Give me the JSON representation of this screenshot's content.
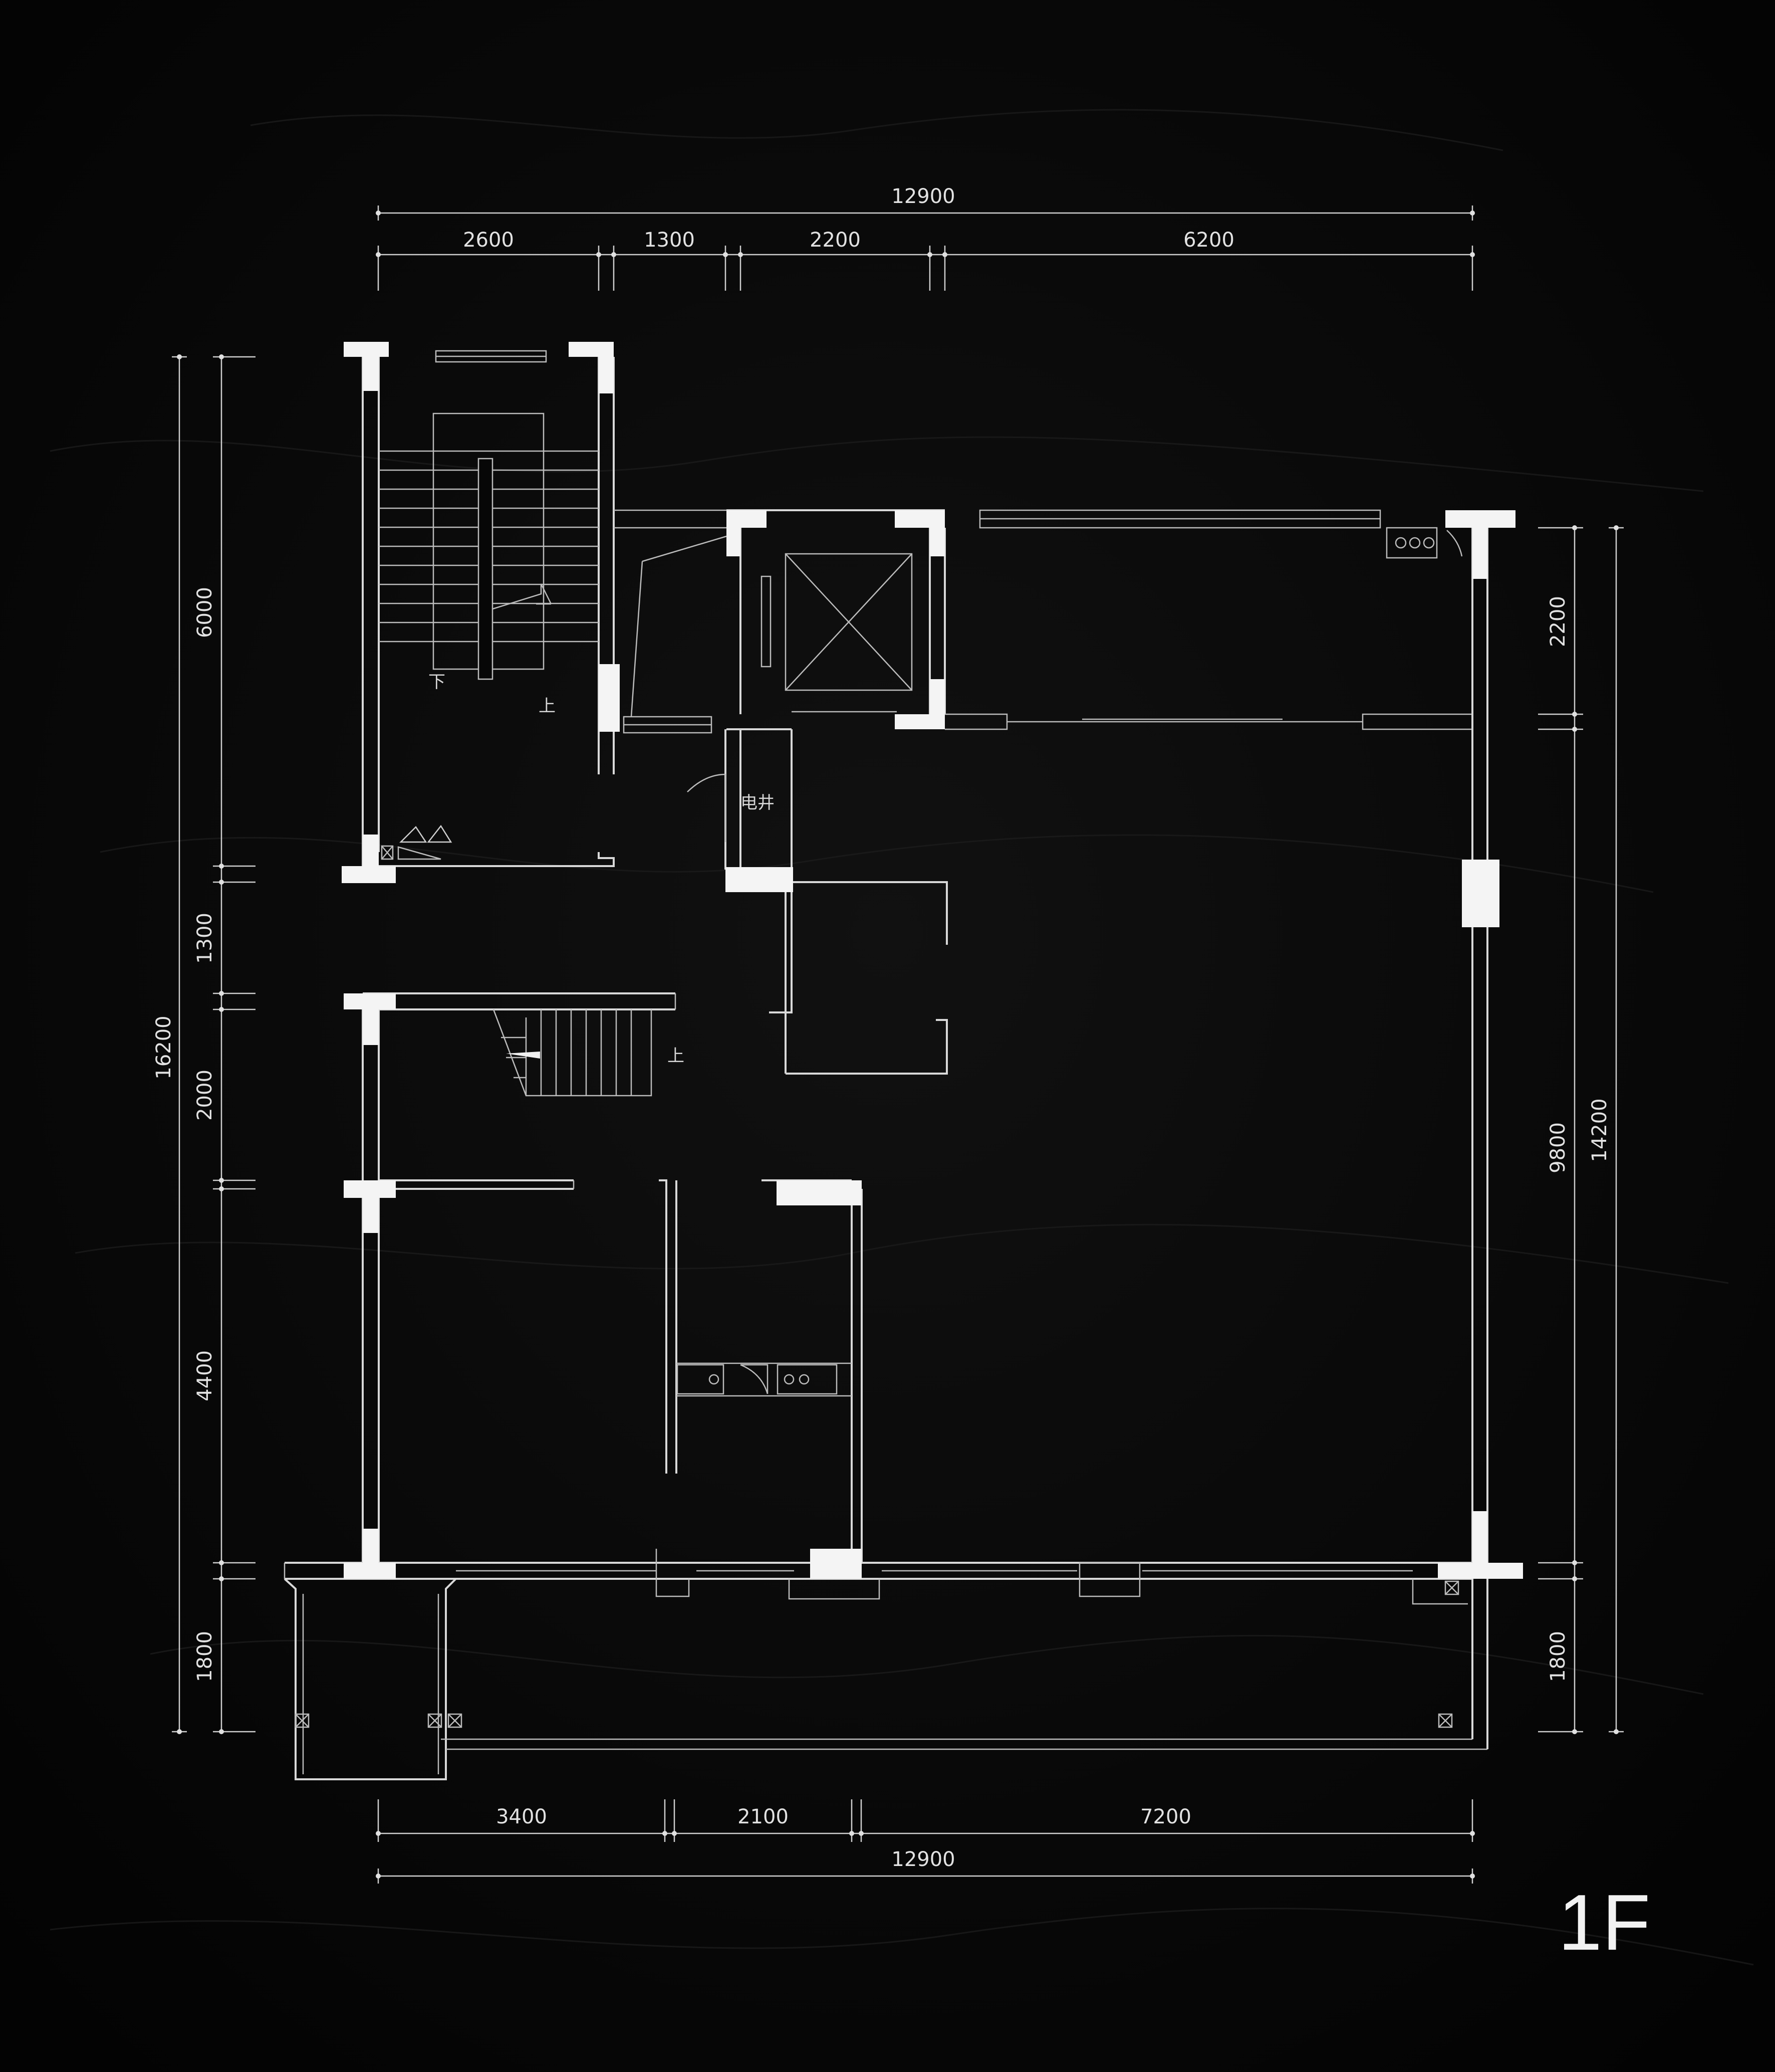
{
  "floor_label": "1F",
  "room_labels": {
    "electrical_shaft": "电井",
    "stair_up_1": "上",
    "stair_down": "下",
    "stair_up_2": "上"
  },
  "dimensions": {
    "top_total": "12900",
    "top_segments": [
      "2600",
      "1300",
      "2200",
      "6200"
    ],
    "bottom_segments": [
      "3400",
      "2100",
      "7200"
    ],
    "bottom_total": "12900",
    "left_total": "16200",
    "left_segments": [
      "6000",
      "1300",
      "2000",
      "4400",
      "1800"
    ],
    "right_total": "14200",
    "right_segments": [
      "2200",
      "9800",
      "1800"
    ]
  },
  "colors": {
    "background": "#070707",
    "linework": "#d8d8d8",
    "columns": "#f4f4f4"
  }
}
